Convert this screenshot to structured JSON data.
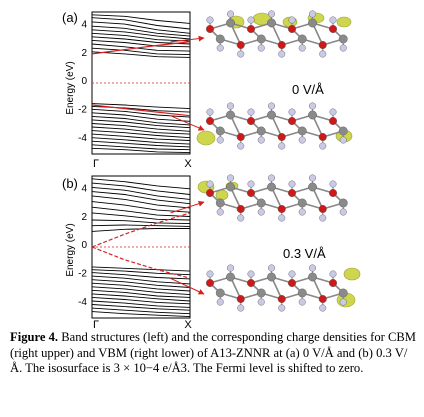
{
  "panels": [
    {
      "label": "(a)",
      "field_text": "0 V/Å",
      "y_axis_label": "Energy (eV)",
      "y_ticks": [
        "4",
        "2",
        "0",
        "-2",
        "-4"
      ],
      "x_ticks": [
        "Γ",
        "X"
      ],
      "ylim": [
        -5,
        5
      ],
      "fermi_level": 0,
      "cbm_arrow_energy": 2.9,
      "vbm_arrow_energy": -2.3,
      "vbm_curve": [
        -1.55,
        -1.8,
        -2.05,
        -2.3
      ],
      "cbm_curve": [
        2.05,
        2.35,
        2.65,
        2.9
      ],
      "conduction_bands": [
        [
          4.8,
          4.7,
          4.4,
          4.2
        ],
        [
          4.6,
          4.45,
          4.05,
          3.8
        ],
        [
          4.3,
          4.15,
          3.75,
          3.5
        ],
        [
          4.0,
          3.85,
          3.5,
          3.3
        ],
        [
          3.75,
          3.6,
          3.3,
          3.1
        ],
        [
          3.5,
          3.35,
          3.05,
          2.95
        ],
        [
          3.25,
          3.1,
          2.85,
          2.75
        ],
        [
          3.0,
          2.85,
          2.6,
          2.55
        ],
        [
          2.75,
          2.55,
          2.3,
          2.25
        ],
        [
          2.45,
          2.3,
          2.05,
          2.0
        ],
        [
          2.2,
          2.05,
          1.85,
          1.8
        ]
      ],
      "valence_bands": [
        [
          -1.45,
          -1.55,
          -1.7,
          -1.8
        ],
        [
          -1.65,
          -1.75,
          -1.95,
          -2.05
        ],
        [
          -1.85,
          -2.0,
          -2.25,
          -2.4
        ],
        [
          -2.1,
          -2.25,
          -2.55,
          -2.7
        ],
        [
          -2.35,
          -2.5,
          -2.8,
          -2.95
        ],
        [
          -2.6,
          -2.75,
          -3.0,
          -3.15
        ],
        [
          -2.85,
          -3.0,
          -3.25,
          -3.4
        ],
        [
          -3.1,
          -3.25,
          -3.5,
          -3.6
        ],
        [
          -3.35,
          -3.5,
          -3.7,
          -3.85
        ],
        [
          -3.6,
          -3.75,
          -3.95,
          -4.05
        ],
        [
          -3.85,
          -4.0,
          -4.2,
          -4.3
        ],
        [
          -4.1,
          -4.25,
          -4.4,
          -4.5
        ],
        [
          -4.35,
          -4.5,
          -4.65,
          -4.7
        ],
        [
          -4.6,
          -4.7,
          -4.85,
          -4.9
        ]
      ]
    },
    {
      "label": "(b)",
      "field_text": "0.3 V/Å",
      "y_axis_label": "Energy (eV)",
      "y_ticks": [
        "4",
        "2",
        "0",
        "-2",
        "-4"
      ],
      "x_ticks": [
        "Γ",
        "X"
      ],
      "ylim": [
        -5,
        5
      ],
      "fermi_level": 0,
      "cbm_arrow_energy": 2.4,
      "vbm_arrow_energy": -2.2,
      "vbm_curve": [
        0.0,
        -0.9,
        -1.6,
        -2.2
      ],
      "cbm_curve": [
        0.0,
        0.9,
        1.7,
        2.4
      ],
      "conduction_bands": [
        [
          4.8,
          4.6,
          4.3,
          4.1
        ],
        [
          4.5,
          4.3,
          3.95,
          3.7
        ],
        [
          4.2,
          4.0,
          3.6,
          3.35
        ],
        [
          3.9,
          3.7,
          3.3,
          3.05
        ],
        [
          3.6,
          3.35,
          2.95,
          2.75
        ],
        [
          3.2,
          2.95,
          2.6,
          2.45
        ],
        [
          2.8,
          2.55,
          2.25,
          2.15
        ],
        [
          2.4,
          2.2,
          1.95,
          1.9
        ],
        [
          1.9,
          1.85,
          1.7,
          1.65
        ],
        [
          1.5,
          1.55,
          1.5,
          1.45
        ],
        [
          1.1,
          1.25,
          1.3,
          1.3
        ]
      ],
      "valence_bands": [
        [
          -1.4,
          -1.5,
          -1.6,
          -1.7
        ],
        [
          -1.6,
          -1.7,
          -1.85,
          -1.95
        ],
        [
          -1.8,
          -1.95,
          -2.15,
          -2.25
        ],
        [
          -2.05,
          -2.2,
          -2.45,
          -2.6
        ],
        [
          -2.3,
          -2.45,
          -2.7,
          -2.85
        ],
        [
          -2.55,
          -2.7,
          -2.95,
          -3.1
        ],
        [
          -2.8,
          -2.95,
          -3.2,
          -3.35
        ],
        [
          -3.05,
          -3.2,
          -3.45,
          -3.55
        ],
        [
          -3.3,
          -3.45,
          -3.65,
          -3.8
        ],
        [
          -3.55,
          -3.7,
          -3.9,
          -4.0
        ],
        [
          -3.8,
          -3.95,
          -4.15,
          -4.25
        ],
        [
          -4.05,
          -4.2,
          -4.35,
          -4.45
        ],
        [
          -4.3,
          -4.45,
          -4.6,
          -4.7
        ],
        [
          -4.55,
          -4.7,
          -4.8,
          -4.9
        ]
      ]
    }
  ],
  "colors": {
    "bands": "#000000",
    "highlight": "#d62020",
    "zinc": "#8a8a8a",
    "oxygen": "#cc1a1a",
    "hydrogen": "#c9cbe6",
    "isosurface": "#c9d23a"
  },
  "caption": {
    "label": "Figure 4.",
    "text": "Band structures (left) and the corresponding charge densities for CBM (right upper) and VBM (right lower) of A13-ZNNR at (a) 0 V/Å and (b) 0.3 V/Å. The isosurface is 3 × 10−4 e/Å3. The Fermi level is shifted to zero."
  }
}
